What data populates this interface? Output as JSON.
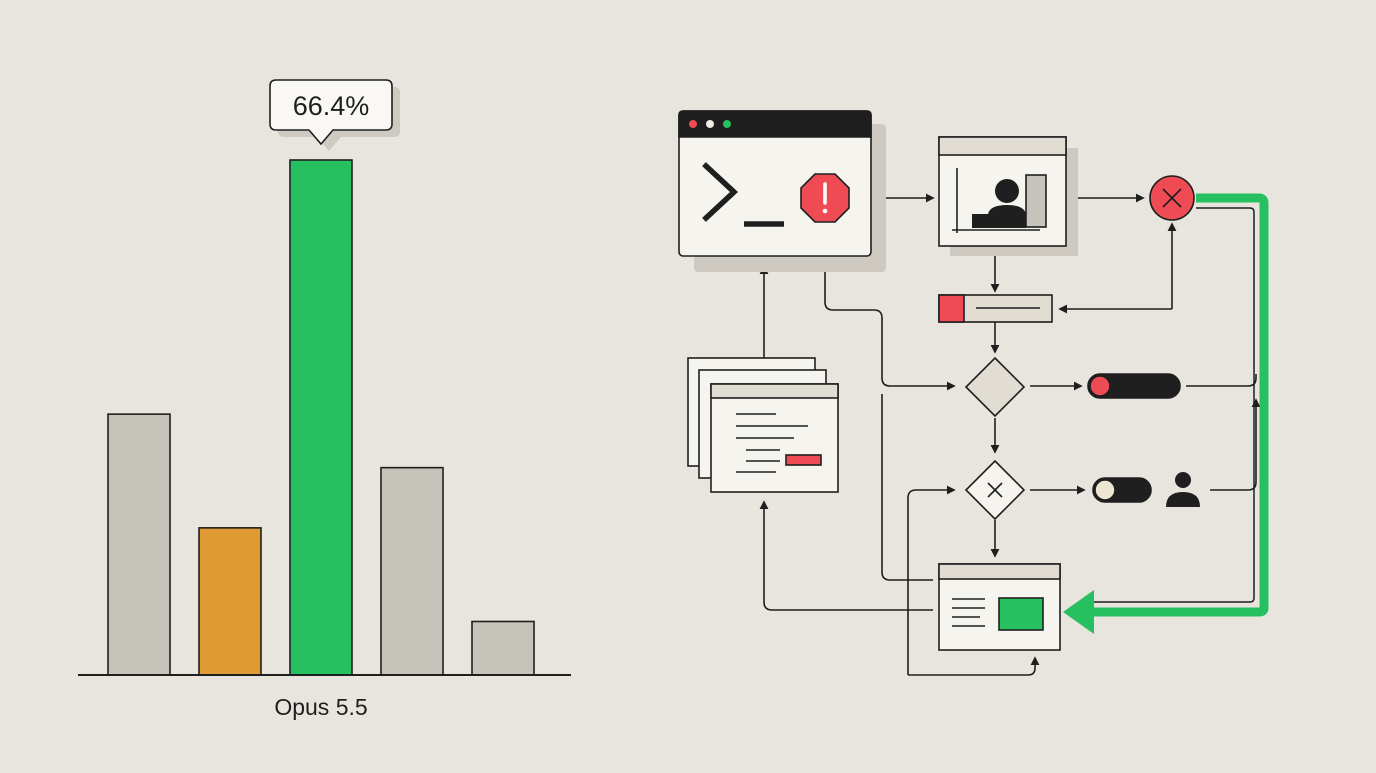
{
  "chart_data": {
    "type": "bar",
    "categories": [
      "",
      "",
      "Opus 5.5",
      "",
      ""
    ],
    "values": [
      39,
      22,
      77,
      31,
      8
    ],
    "highlight_index": 2,
    "callout_label": "66.4%",
    "xlabel": "",
    "ylabel": "",
    "grid": false,
    "bar_colors": [
      "#c6c3bb",
      "#e09a33",
      "#26c061",
      "#c6c3bb",
      "#c6c3bb"
    ]
  },
  "colors": {
    "background": "#e8e5de",
    "ink": "#1f1f1f",
    "accent_green": "#26c061",
    "accent_red": "#ef4b54",
    "accent_orange": "#e09a33",
    "neutral_bar": "#c6c3bb",
    "panel_fill": "#f6f4ef",
    "panel_header": "#e2ddd2"
  },
  "diagram": {
    "icons": [
      "terminal-window-icon",
      "error-octagon-icon",
      "user-chart-panel-icon",
      "error-circle-icon",
      "progress-bar-icon",
      "decision-diamond-icon",
      "toggle-on-icon",
      "reject-diamond-icon",
      "toggle-off-icon",
      "user-icon",
      "result-panel-icon",
      "document-stack-icon"
    ]
  }
}
